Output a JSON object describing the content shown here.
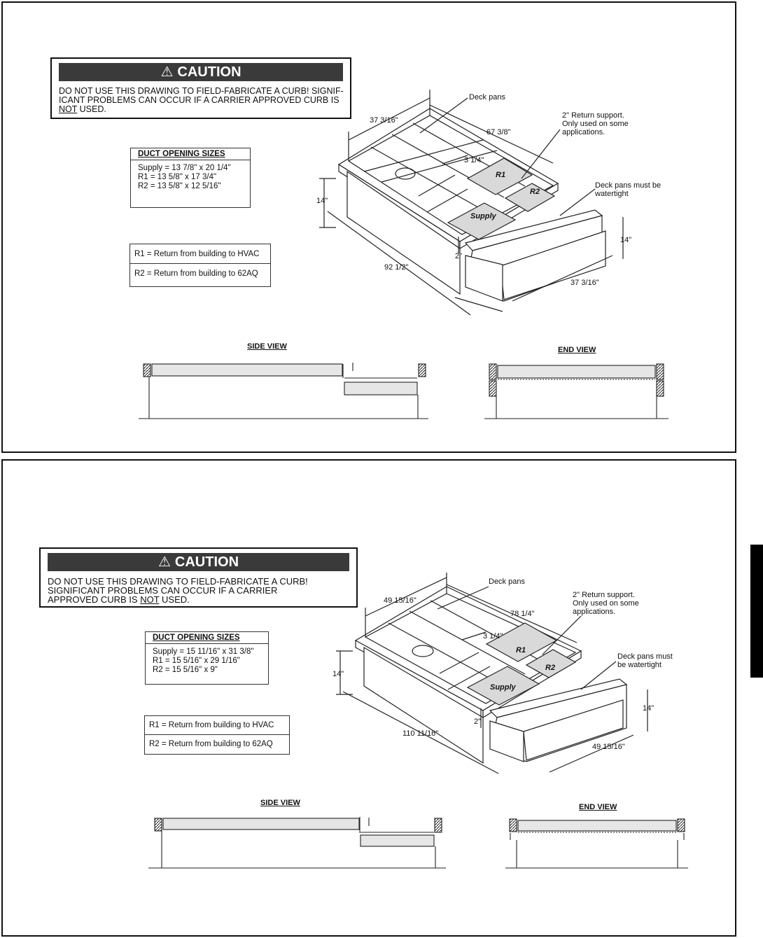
{
  "top": {
    "caution": {
      "title": "CAUTION",
      "line1": "DO NOT USE THIS DRAWING TO FIELD-FABRICATE A CURB! SIGNIF-",
      "line2": "ICANT PROBLEMS CAN OCCUR IF A CARRIER APPROVED CURB IS",
      "line3_u": "NOT",
      "line3": " USED."
    },
    "duct": {
      "header": "DUCT OPENING SIZES",
      "supply": "Supply = 13 7/8\" x 20 1/4\"",
      "r1": "R1 = 13 5/8\" x 17 3/4\"",
      "r2": "R2 = 13 5/8\" x 12 5/16\""
    },
    "legend": {
      "r1": "R1 = Return from building to HVAC",
      "r2": "R2 = Return from building to 62AQ"
    },
    "labels": {
      "deck_pans": "Deck pans",
      "return_support_1": "2\" Return support.",
      "return_support_2": "Only used on some",
      "return_support_3": "applications.",
      "watertight_1": "Deck pans must be",
      "watertight_2": "watertight",
      "w1": "37 3/16\"",
      "w2": "67 3/8\"",
      "d314": "3 1/4\"",
      "h14a": "14\"",
      "h14b": "14\"",
      "h2": "2\"",
      "len": "92 1/2\"",
      "w3": "37 3/16\"",
      "r1": "R1",
      "r2": "R2",
      "supply": "Supply"
    },
    "side_view": "SIDE VIEW",
    "end_view": "END VIEW"
  },
  "bottom": {
    "caution": {
      "title": "CAUTION",
      "line1": "DO NOT USE THIS DRAWING TO FIELD-FABRICATE A CURB!",
      "line2": "SIGNIFICANT PROBLEMS CAN OCCUR IF A CARRIER",
      "line3a": "APPROVED CURB IS ",
      "line3_u": "NOT",
      "line3": " USED."
    },
    "duct": {
      "header": "DUCT OPENING SIZES",
      "supply": "Supply = 15 11/16\" x 31 3/8\"",
      "r1": "R1 = 15 5/16\" x 29 1/16\"",
      "r2": "R2 = 15 5/16\" x 9\""
    },
    "legend": {
      "r1": "R1 = Return from building to HVAC",
      "r2": "R2 = Return from building to 62AQ"
    },
    "labels": {
      "deck_pans": "Deck pans",
      "return_support_1": "2\" Return support.",
      "return_support_2": "Only used on some",
      "return_support_3": "applications.",
      "watertight_1": "Deck pans must",
      "watertight_2": "be watertight",
      "w1": "49 15/16\"",
      "w2": "78 1/4\"",
      "d314": "3 1/4\"",
      "h14a": "14\"",
      "h14b": "14\"",
      "h2": "2\"",
      "len": "110 11/16\"",
      "w3": "49 15/16\"",
      "r1": "R1",
      "r2": "R2",
      "supply": "Supply"
    },
    "side_view": "SIDE VIEW",
    "end_view": "END VIEW"
  }
}
